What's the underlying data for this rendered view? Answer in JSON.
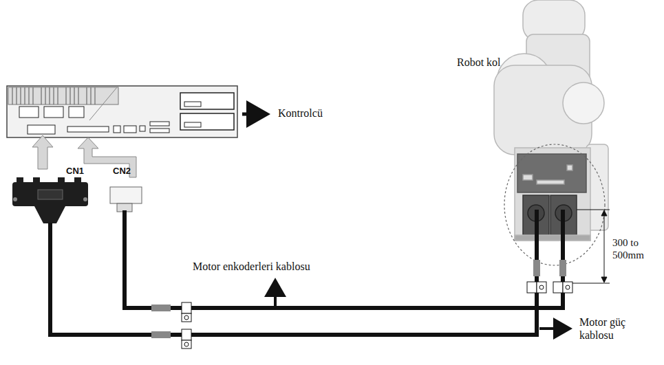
{
  "diagram": {
    "labels": [
      "Robot kol",
      "Kontrolcü",
      "CN1",
      "CN2",
      "Motor enkoderleri kablosu",
      "Motor güç kablosu",
      "300 to 500mm"
    ]
  }
}
